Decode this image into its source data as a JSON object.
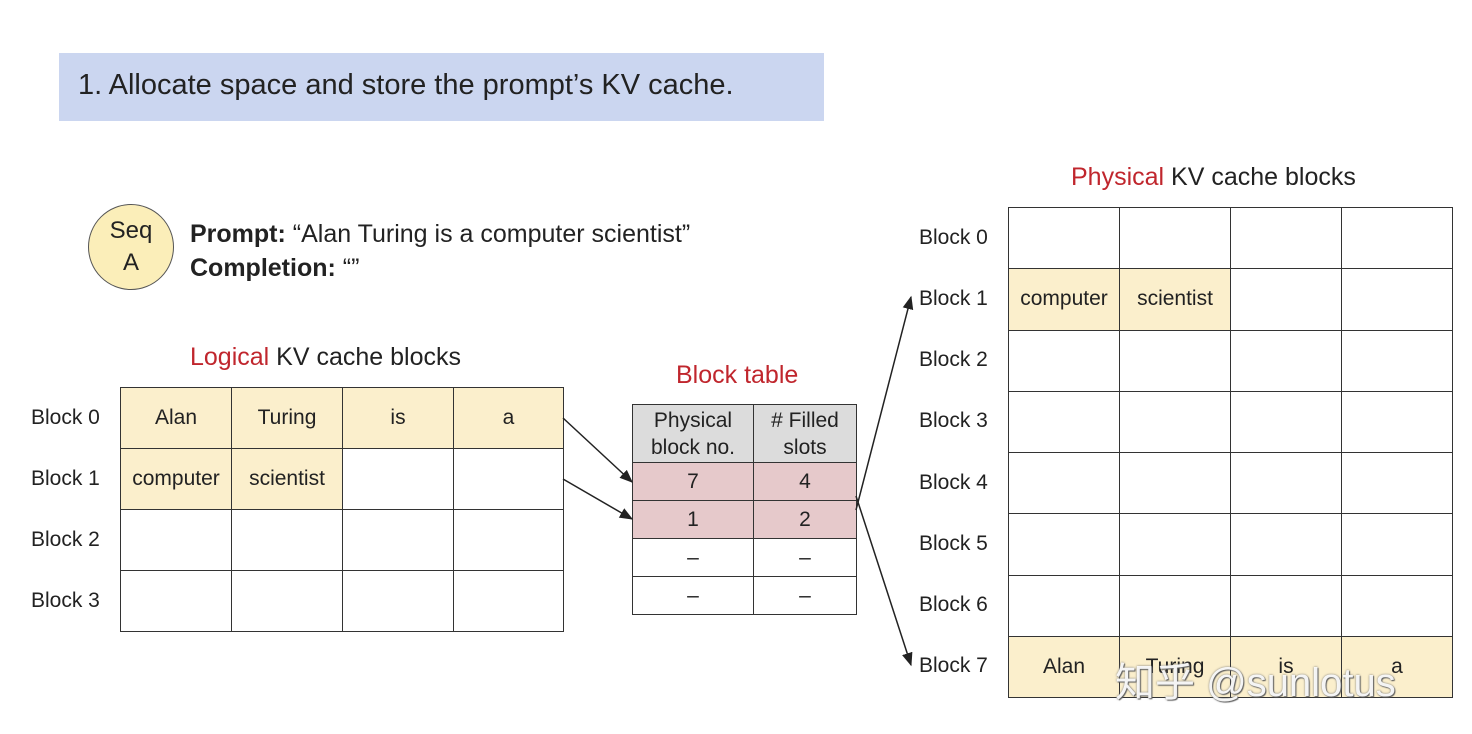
{
  "banner": {
    "text": "1. Allocate space and store the prompt’s KV cache."
  },
  "sequence": {
    "badge_line1": "Seq",
    "badge_line2": "A",
    "prompt_label": "Prompt:",
    "prompt_text": " “Alan Turing is a computer scientist”",
    "completion_label": "Completion:",
    "completion_text": " “”"
  },
  "logical": {
    "title_highlight": "Logical",
    "title_rest": " KV cache blocks",
    "rows": [
      {
        "label": "Block 0",
        "cells": [
          "Alan",
          "Turing",
          "is",
          "a"
        ]
      },
      {
        "label": "Block 1",
        "cells": [
          "computer",
          "scientist",
          "",
          ""
        ]
      },
      {
        "label": "Block 2",
        "cells": [
          "",
          "",
          "",
          ""
        ]
      },
      {
        "label": "Block 3",
        "cells": [
          "",
          "",
          "",
          ""
        ]
      }
    ]
  },
  "block_table": {
    "title": "Block table",
    "header_physical_1": "Physical",
    "header_physical_2": "block no.",
    "header_filled_1": "# Filled",
    "header_filled_2": "slots",
    "rows": [
      {
        "physical": "7",
        "filled": "4"
      },
      {
        "physical": "1",
        "filled": "2"
      },
      {
        "physical": "–",
        "filled": "–"
      },
      {
        "physical": "–",
        "filled": "–"
      }
    ]
  },
  "physical": {
    "title_highlight": "Physical",
    "title_rest": " KV cache blocks",
    "rows": [
      {
        "label": "Block 0",
        "cells": [
          "",
          "",
          "",
          ""
        ]
      },
      {
        "label": "Block 1",
        "cells": [
          "computer",
          "scientist",
          "",
          ""
        ]
      },
      {
        "label": "Block 2",
        "cells": [
          "",
          "",
          "",
          ""
        ]
      },
      {
        "label": "Block 3",
        "cells": [
          "",
          "",
          "",
          ""
        ]
      },
      {
        "label": "Block 4",
        "cells": [
          "",
          "",
          "",
          ""
        ]
      },
      {
        "label": "Block 5",
        "cells": [
          "",
          "",
          "",
          ""
        ]
      },
      {
        "label": "Block 6",
        "cells": [
          "",
          "",
          "",
          ""
        ]
      },
      {
        "label": "Block 7",
        "cells": [
          "Alan",
          "Turing",
          "is",
          "a"
        ]
      }
    ]
  },
  "watermark": {
    "text": "知乎 @sunlotus"
  },
  "colors": {
    "banner_bg": "#cbd6f0",
    "filled_cell": "#fbefcc",
    "mapped_row": "#e6c9cb",
    "header_row": "#dcdcdc",
    "highlight_text": "#c0262d"
  }
}
